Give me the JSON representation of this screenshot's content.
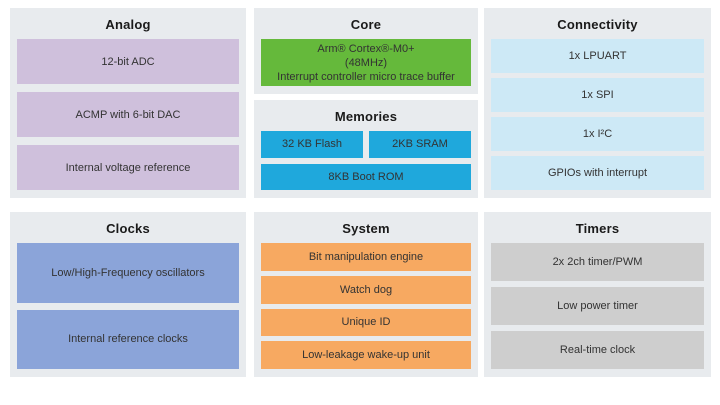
{
  "colors": {
    "page-bg": "#ffffff",
    "panel-bg": "#e8ebee",
    "analog-block": "#cfc0dc",
    "core-block": "#65b93b",
    "memory-block": "#1fa8dc",
    "connectivity-block": "#cde9f6",
    "clocks-block": "#8ba4d9",
    "system-block": "#f7a961",
    "timers-block": "#cecece",
    "text": "#333333",
    "heading": "#1a1a1a"
  },
  "panels": {
    "analog": {
      "title": "Analog",
      "blocks": [
        "12-bit ADC",
        "ACMP with 6-bit DAC",
        "Internal voltage reference"
      ]
    },
    "core": {
      "title": "Core",
      "block_lines": [
        "Arm® Cortex®-M0+",
        "(48MHz)",
        "Interrupt controller micro trace buffer"
      ]
    },
    "memories": {
      "title": "Memories",
      "row1": [
        "32 KB Flash",
        "2KB SRAM"
      ],
      "row2": [
        "8KB Boot ROM"
      ]
    },
    "connectivity": {
      "title": "Connectivity",
      "blocks": [
        "1x LPUART",
        "1x SPI",
        "1x I²C",
        "GPIOs with interrupt"
      ]
    },
    "clocks": {
      "title": "Clocks",
      "blocks": [
        "Low/High-Frequency oscillators",
        "Internal reference clocks"
      ]
    },
    "system": {
      "title": "System",
      "blocks": [
        "Bit manipulation engine",
        "Watch dog",
        "Unique ID",
        "Low-leakage wake-up unit"
      ]
    },
    "timers": {
      "title": "Timers",
      "blocks": [
        "2x 2ch timer/PWM",
        "Low power timer",
        "Real-time clock"
      ]
    }
  }
}
